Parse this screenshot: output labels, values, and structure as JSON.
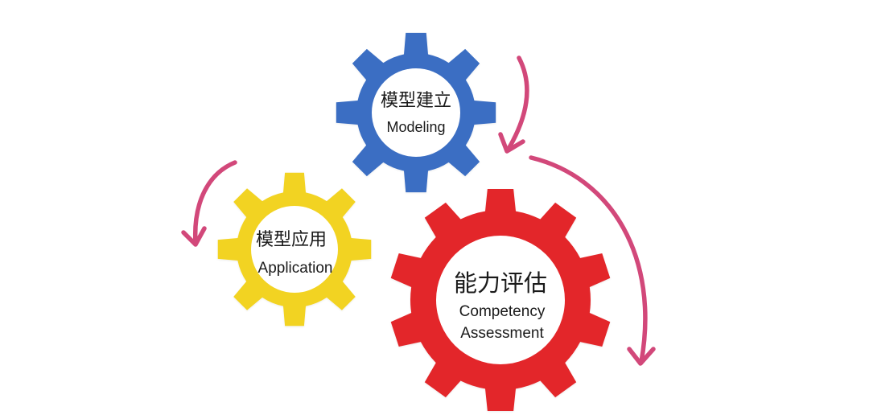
{
  "gears": {
    "modeling": {
      "title_cn": "模型建立",
      "title_en": "Modeling",
      "color": "#3a6ec3"
    },
    "application": {
      "title_cn": "模型应用",
      "title_en": "Application",
      "color": "#f2d323"
    },
    "assessment": {
      "title_cn": "能力评估",
      "title_en_line1": "Competency",
      "title_en_line2": "Assessment",
      "color": "#e3262b"
    }
  },
  "arrow_color": "#d2487a",
  "icons": [
    "cycle-arrow-icon"
  ]
}
